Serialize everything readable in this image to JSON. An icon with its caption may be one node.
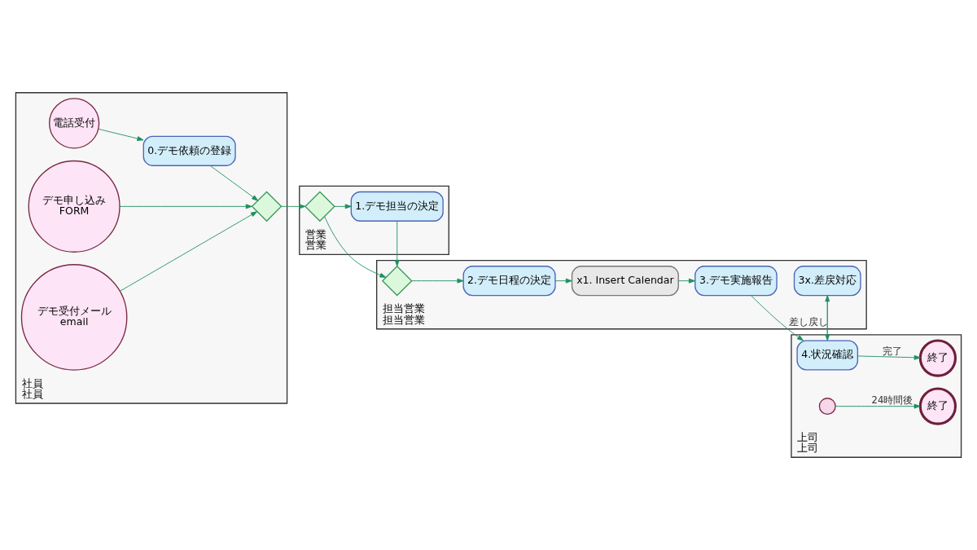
{
  "diagram": {
    "nodes": [
      {
        "text": [
          "社員",
          "社員"
        ]
      },
      {
        "text": [
          "電話受付"
        ],
        "in": 0
      },
      {
        "text": [
          "0.デモ依頼の登録"
        ],
        "in": 0
      },
      {
        "text": [
          "デモ申し込み",
          "FORM"
        ],
        "in": 0
      },
      {
        "text": [],
        "shape": "diamond",
        "in": 0
      },
      {
        "text": [
          "デモ受付メール",
          "email"
        ],
        "in": 0
      },
      {
        "text": [
          "営業",
          "営業"
        ]
      },
      {
        "text": [],
        "shape": "diamond",
        "in": 6
      },
      {
        "text": [
          "1.デモ担当の決定"
        ],
        "in": 6
      },
      {
        "text": [
          "担当営業",
          "担当営業"
        ]
      },
      {
        "text": [],
        "shape": "diamond",
        "in": 9
      },
      {
        "text": [
          "2.デモ日程の決定"
        ],
        "in": 9
      },
      {
        "text": [
          "x1. Insert Calendar"
        ],
        "in": 9
      },
      {
        "text": [
          "3.デモ実施報告"
        ],
        "in": 9
      },
      {
        "text": [
          "3x.差戻対応"
        ],
        "in": 9
      },
      {
        "text": [
          "上司",
          "上司"
        ]
      },
      {
        "text": [
          "4.状況確認"
        ],
        "in": 15
      },
      {
        "text": [],
        "shape": "circle",
        "in": 15
      },
      {
        "text": [
          "終了"
        ],
        "in": 15
      },
      {
        "text": [
          "終了"
        ],
        "in": 15
      }
    ],
    "edges": [
      {
        "from": 1,
        "to": 2,
        "arrow": "to"
      },
      {
        "from": 2,
        "to": 4,
        "arrow": "to"
      },
      {
        "from": 3,
        "to": 4,
        "arrow": "to"
      },
      {
        "from": 5,
        "to": 4,
        "arrow": "to"
      },
      {
        "from": 4,
        "to": 7,
        "arrow": "to"
      },
      {
        "from": 7,
        "to": 8,
        "arrow": "to"
      },
      {
        "from": 7,
        "to": 10,
        "arrow": "to"
      },
      {
        "from": 8,
        "to": 10,
        "arrow": "to"
      },
      {
        "from": 10,
        "to": 11,
        "arrow": "to"
      },
      {
        "from": 11,
        "to": 12,
        "arrow": "to"
      },
      {
        "from": 12,
        "to": 13,
        "arrow": "to"
      },
      {
        "from": 13,
        "to": 16,
        "arrow": "to"
      },
      {
        "from": 14,
        "to": 16,
        "arrow": "to"
      },
      {
        "from": 16,
        "to": 14,
        "arrow": "to",
        "label": "差し戻し"
      },
      {
        "from": 16,
        "to": 18,
        "arrow": "to",
        "label": "完了"
      },
      {
        "from": 17,
        "to": 19,
        "arrow": "to",
        "label": "24時間後"
      }
    ]
  }
}
